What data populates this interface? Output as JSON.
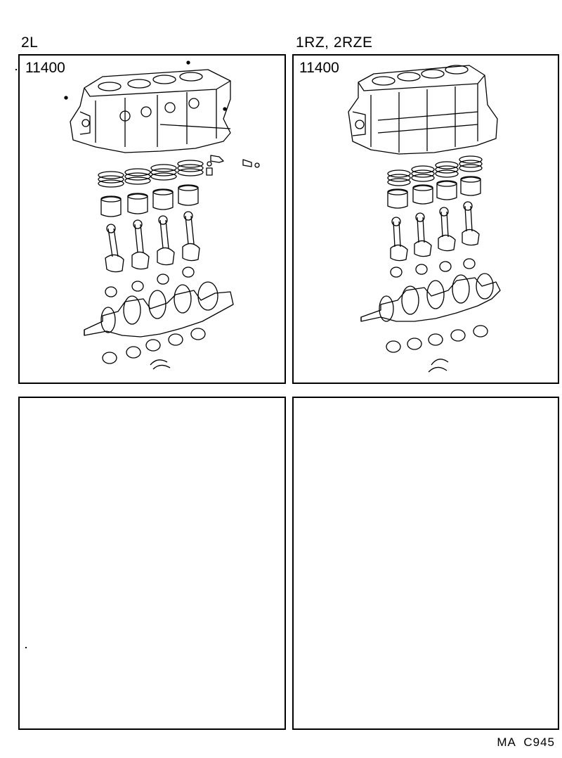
{
  "panels": [
    {
      "engine_label": "2L",
      "part_number": "11400",
      "illustration": "short-block-assembly-exploded-view"
    },
    {
      "engine_label": "1RZ, 2RZE",
      "part_number": "11400",
      "illustration": "short-block-assembly-exploded-view"
    },
    {
      "engine_label": "",
      "part_number": "",
      "illustration": ""
    },
    {
      "engine_label": "",
      "part_number": "",
      "illustration": ""
    }
  ],
  "footer": {
    "code": "MA  C945"
  }
}
